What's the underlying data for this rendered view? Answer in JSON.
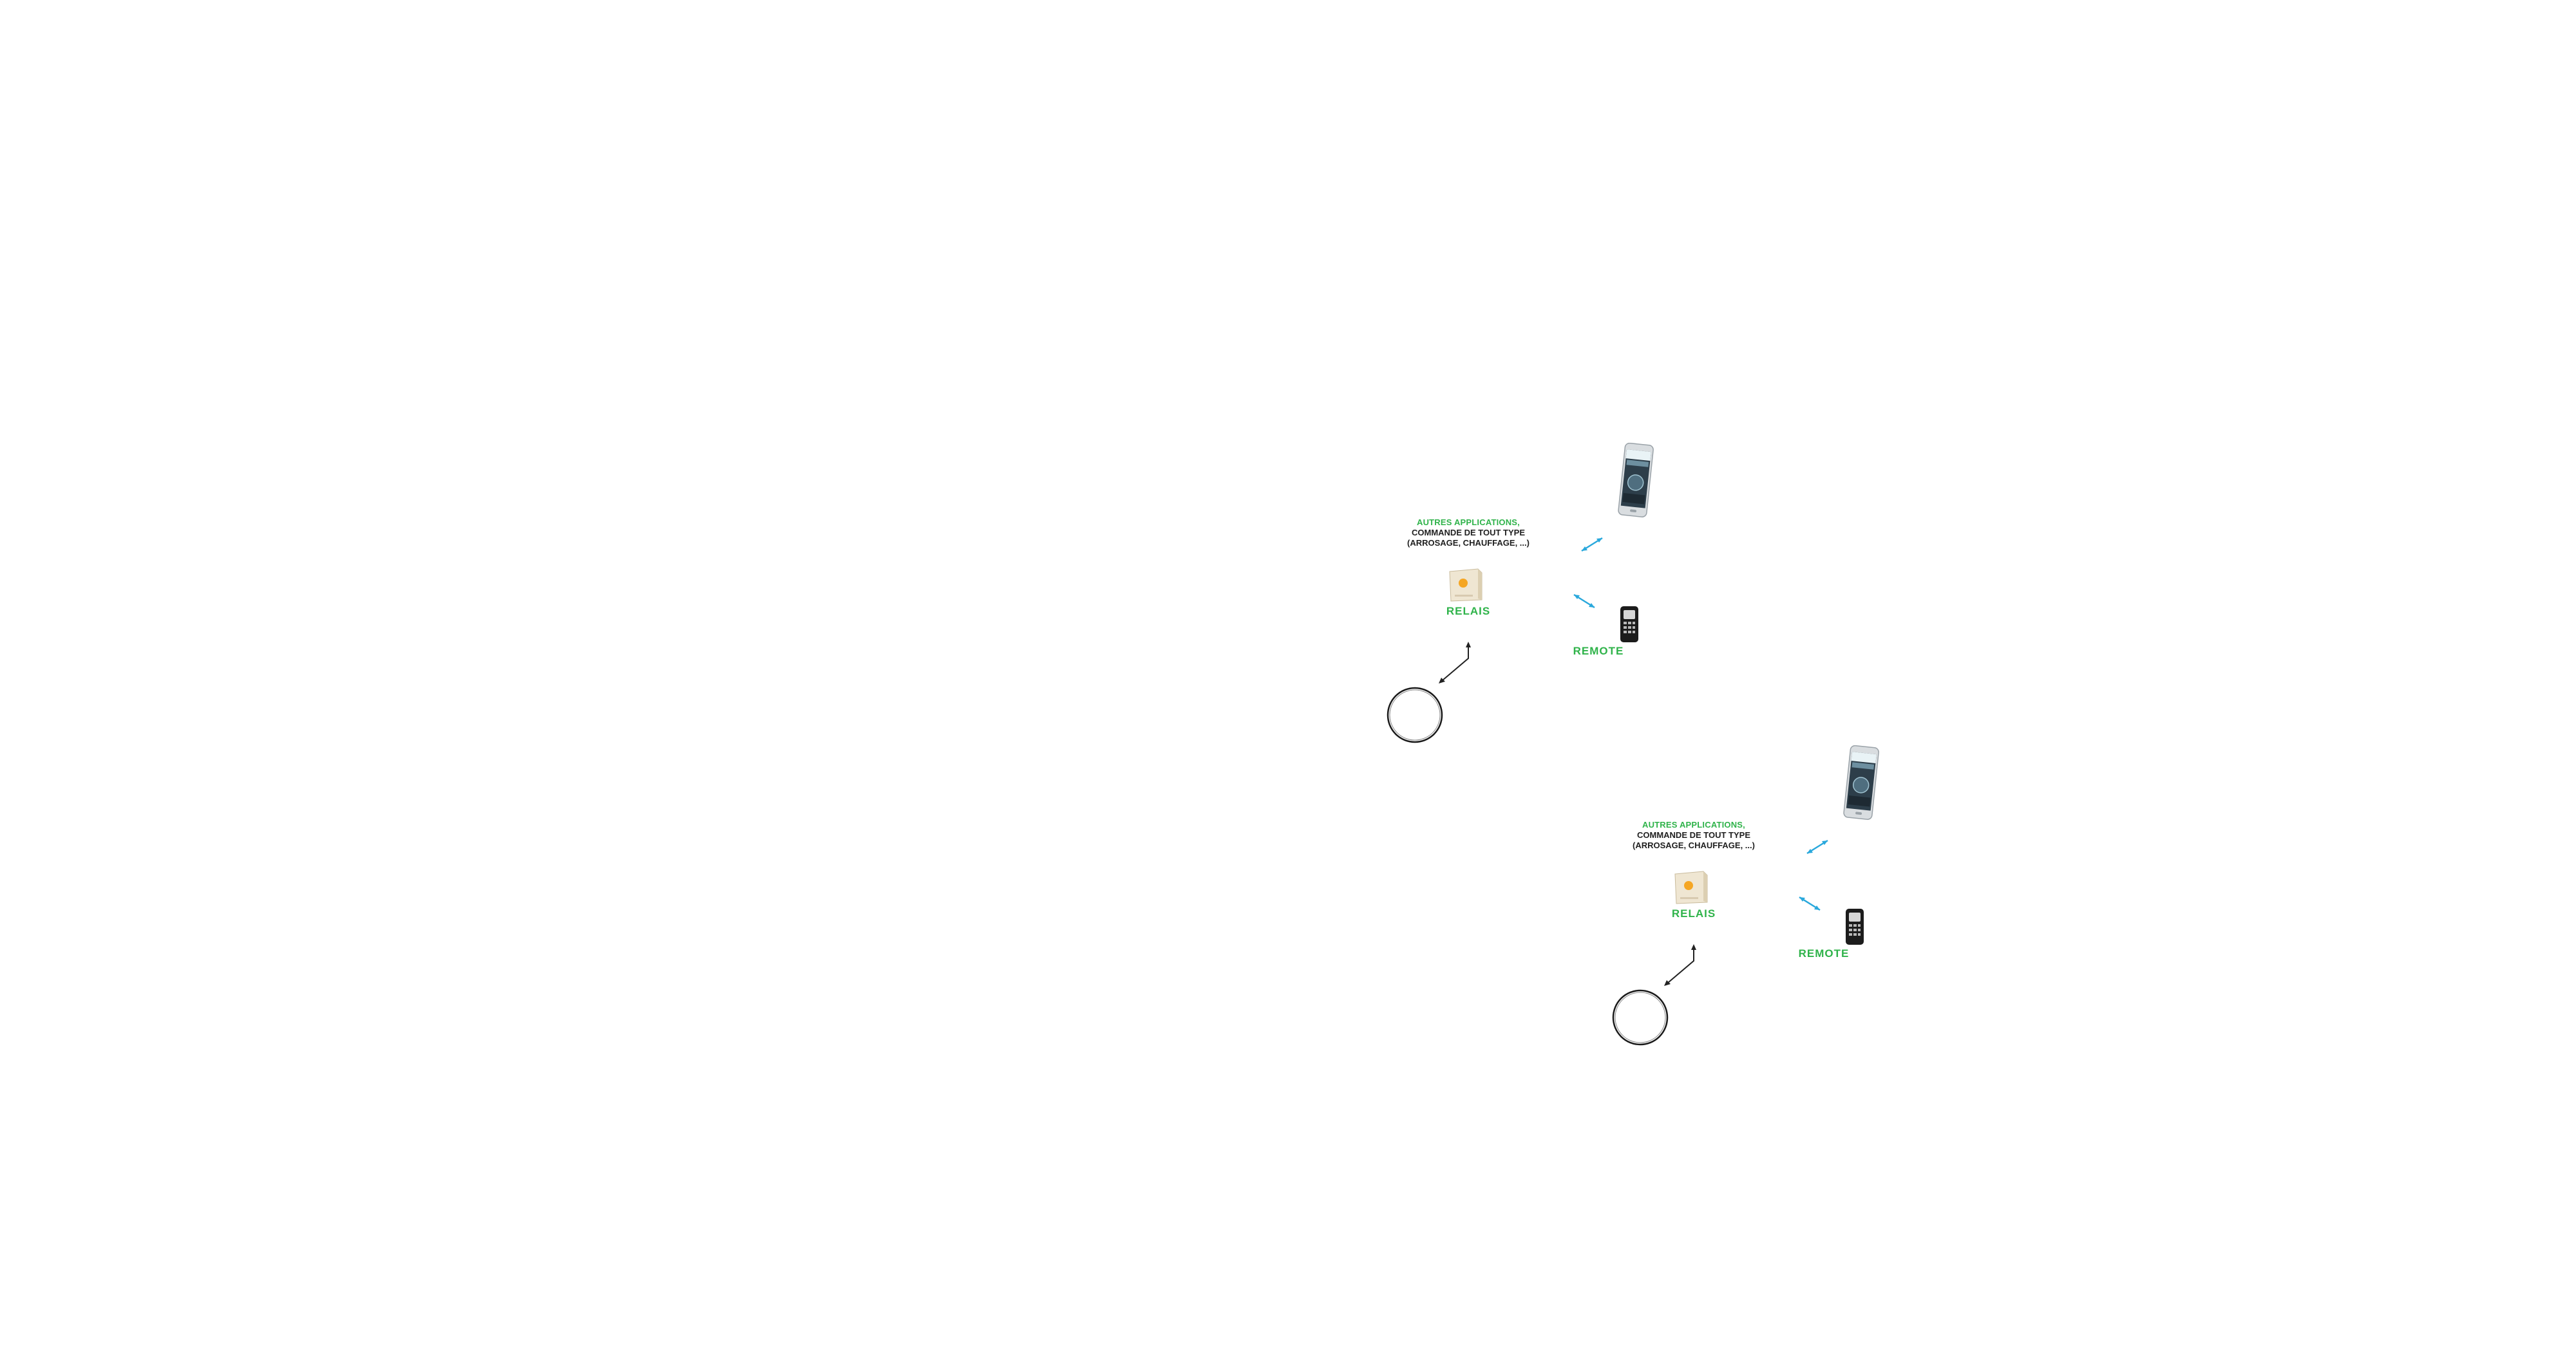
{
  "diagrams": [
    {
      "other_apps": {
        "title": "AUTRES APPLICATIONS,",
        "line1": "COMMANDE DE TOUT TYPE",
        "line2": "(ARROSAGE, CHAUFFAGE, ...)"
      },
      "relais_label": "RELAIS",
      "remote_label": "REMOTE"
    },
    {
      "other_apps": {
        "title": "AUTRES APPLICATIONS,",
        "line1": "COMMANDE DE TOUT TYPE",
        "line2": "(ARROSAGE, CHAUFFAGE, ...)"
      },
      "relais_label": "RELAIS",
      "remote_label": "REMOTE"
    }
  ],
  "colors": {
    "label_green": "#2fb34a",
    "wireless_arrow": "#29a8dc",
    "wire_arrow": "#222222",
    "relais_led": "#f5a623"
  }
}
